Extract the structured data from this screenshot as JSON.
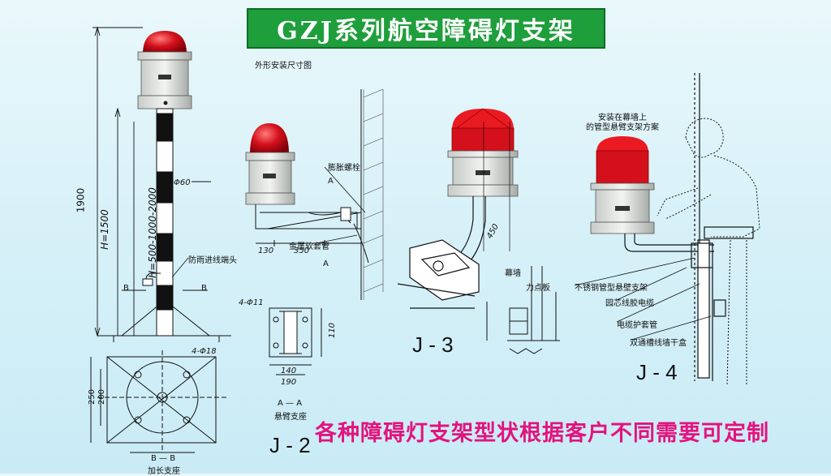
{
  "title": "GZJ系列航空障碍灯支架",
  "subtitle": "外形安装尺寸图",
  "models": {
    "j2": "J - 2",
    "j3": "J - 3",
    "j4": "J - 4"
  },
  "labels": {
    "rain_cap": "防雨进线端头",
    "extension_base": "加长支座",
    "cantilever_base": "悬臂支座",
    "expansion_bolt": "膨胀螺栓",
    "metal_hose": "金属软套管",
    "curtain_wall": "幕墙",
    "stress_plate": "力点板",
    "curtain_wall_scheme": "安装在幕墙上\n的管型悬臂支架方案",
    "stainless_bracket": "不锈钢管型悬壁支架",
    "round_cable": "园芯线胶电缆",
    "cable_sleeve": "电缆护套管",
    "wire_box": "双通槽线墙干盒",
    "section_aa": "A — A",
    "section_bb": "B — B"
  },
  "dimensions": {
    "h1900": "1900",
    "h1500": "H=1500",
    "h500": "H=500-1000-2000",
    "phi60": "Φ60",
    "phi11": "4-Φ11",
    "phi18": "4-Φ18",
    "d250": "250",
    "d200": "200",
    "d130": "130",
    "d350": "350",
    "d450": "450",
    "d110": "110",
    "d140": "140",
    "d190": "190"
  },
  "footer_note": "各种障碍灯支架型状根据客户不同需要可定制",
  "colors": {
    "banner": "#1f9e3c",
    "note": "#e4137d",
    "lamp_red": "#d3101b"
  }
}
